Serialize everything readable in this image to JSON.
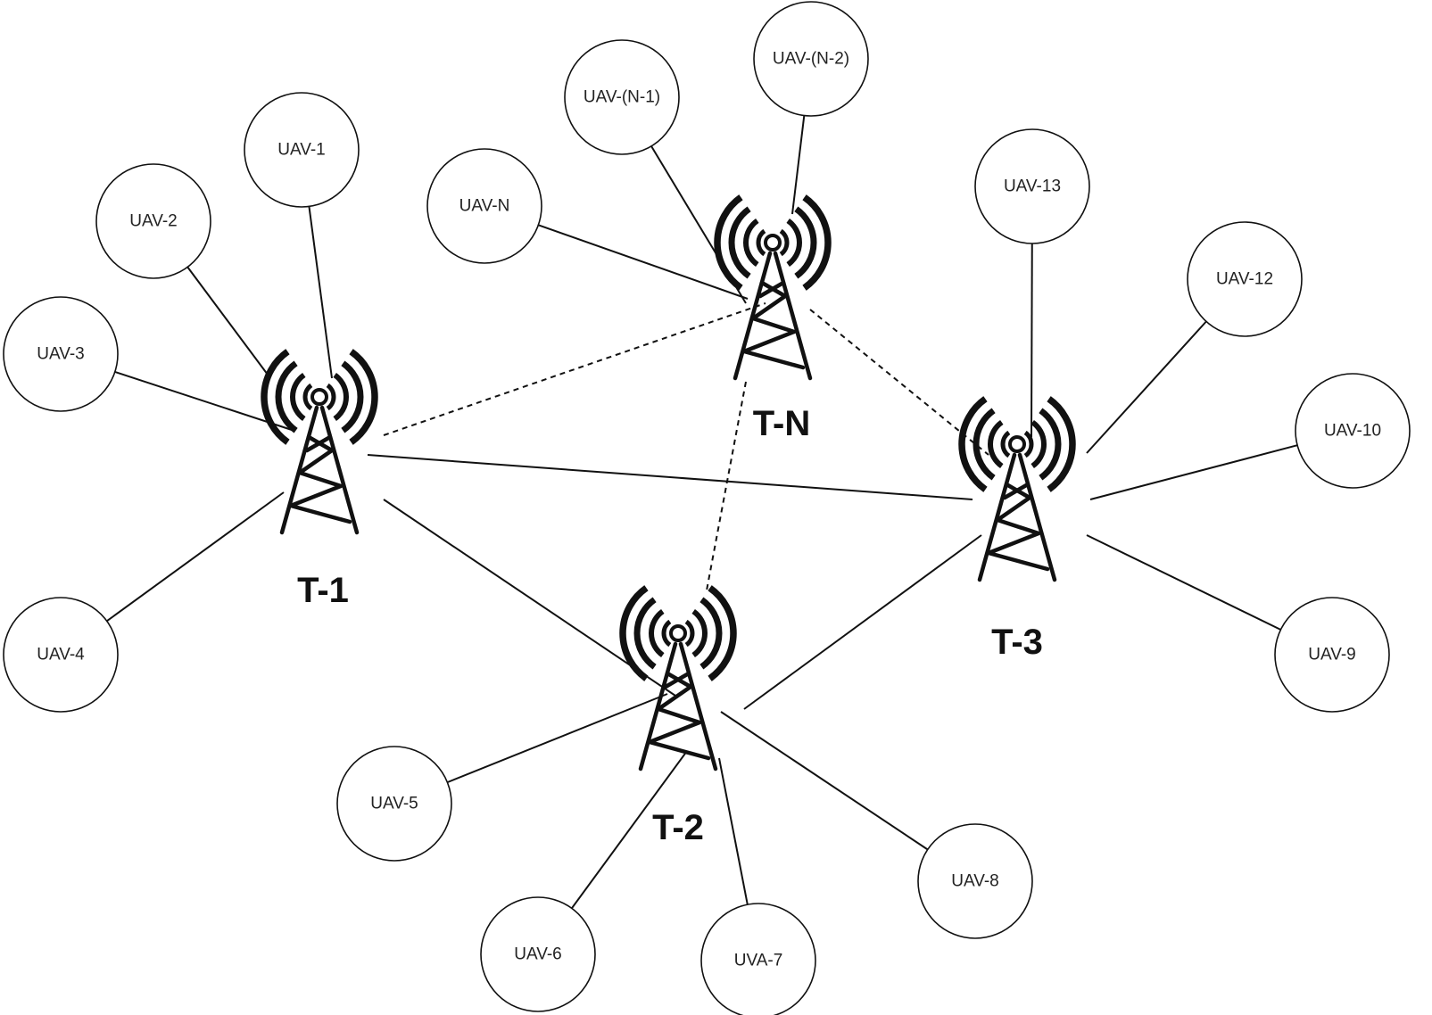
{
  "diagram": {
    "towers": [
      {
        "id": "T-1",
        "label": "T-1"
      },
      {
        "id": "T-2",
        "label": "T-2"
      },
      {
        "id": "T-3",
        "label": "T-3"
      },
      {
        "id": "T-N",
        "label": "T-N"
      }
    ],
    "uavs": [
      {
        "id": "uav-1",
        "label": "UAV-1",
        "tower": "T-1"
      },
      {
        "id": "uav-2",
        "label": "UAV-2",
        "tower": "T-1"
      },
      {
        "id": "uav-3",
        "label": "UAV-3",
        "tower": "T-1"
      },
      {
        "id": "uav-4",
        "label": "UAV-4",
        "tower": "T-1"
      },
      {
        "id": "uav-5",
        "label": "UAV-5",
        "tower": "T-2"
      },
      {
        "id": "uav-6",
        "label": "UAV-6",
        "tower": "T-2"
      },
      {
        "id": "uva-7",
        "label": "UVA-7",
        "tower": "T-2"
      },
      {
        "id": "uav-8",
        "label": "UAV-8",
        "tower": "T-2"
      },
      {
        "id": "uav-9",
        "label": "UAV-9",
        "tower": "T-3"
      },
      {
        "id": "uav-10",
        "label": "UAV-10",
        "tower": "T-3"
      },
      {
        "id": "uav-12",
        "label": "UAV-12",
        "tower": "T-3"
      },
      {
        "id": "uav-13",
        "label": "UAV-13",
        "tower": "T-3"
      },
      {
        "id": "uav-n",
        "label": "UAV-N",
        "tower": "T-N"
      },
      {
        "id": "uav-n-1",
        "label": "UAV-(N-1)",
        "tower": "T-N"
      },
      {
        "id": "uav-n-2",
        "label": "UAV-(N-2)",
        "tower": "T-N"
      }
    ],
    "tower_links": [
      {
        "from": "T-1",
        "to": "T-3",
        "style": "solid"
      },
      {
        "from": "T-1",
        "to": "T-2",
        "style": "solid"
      },
      {
        "from": "T-2",
        "to": "T-3",
        "style": "solid"
      },
      {
        "from": "T-1",
        "to": "T-N",
        "style": "dashed"
      },
      {
        "from": "T-N",
        "to": "T-3",
        "style": "dashed"
      },
      {
        "from": "T-N",
        "to": "T-2",
        "style": "dashed"
      }
    ],
    "colors": {
      "stroke": "#111111",
      "background": "#ffffff",
      "text": "#222222"
    }
  }
}
